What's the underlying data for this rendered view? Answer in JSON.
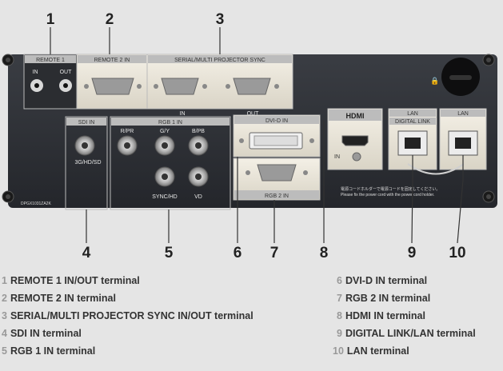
{
  "callout_numbers": [
    "1",
    "2",
    "3",
    "4",
    "5",
    "6",
    "7",
    "8",
    "9",
    "10"
  ],
  "panel": {
    "remote1": {
      "title": "REMOTE 1",
      "in": "IN",
      "out": "OUT"
    },
    "remote2": {
      "title": "REMOTE 2 IN"
    },
    "serial": {
      "title": "SERIAL/MULTI PROJECTOR SYNC",
      "in": "IN",
      "out": "OUT"
    },
    "sdi": {
      "title": "SDI IN",
      "sub": "3G/HD/SD"
    },
    "rgb1": {
      "title": "RGB 1 IN",
      "r": "R/PR",
      "g": "G/Y",
      "b": "B/PB",
      "sync": "SYNC/HD",
      "vd": "VD"
    },
    "dvi": {
      "title": "DVI-D IN"
    },
    "rgb2": {
      "title": "RGB 2 IN"
    },
    "hdmi": {
      "title": "HDMI",
      "in": "IN"
    },
    "digital_link": {
      "lan": "LAN",
      "title": "DIGITAL LINK"
    },
    "lan": {
      "title": "LAN"
    },
    "notice_jp": "電源コードホルダーで電源コードを固定してください。",
    "notice_en": "Please fix the power cord with the power cord holder.",
    "model": "DPGX1031ZA2K"
  },
  "legend": [
    {
      "num": "1",
      "text": "REMOTE 1 IN/OUT terminal"
    },
    {
      "num": "2",
      "text": "REMOTE 2 IN terminal"
    },
    {
      "num": "3",
      "text": "SERIAL/MULTI PROJECTOR SYNC IN/OUT terminal"
    },
    {
      "num": "4",
      "text": "SDI IN terminal"
    },
    {
      "num": "5",
      "text": "RGB 1 IN terminal"
    },
    {
      "num": "6",
      "text": "DVI-D IN terminal"
    },
    {
      "num": "7",
      "text": "RGB 2 IN terminal"
    },
    {
      "num": "8",
      "text": "HDMI IN terminal"
    },
    {
      "num": "9",
      "text": "DIGITAL LINK/LAN terminal"
    },
    {
      "num": "10",
      "text": "LAN terminal"
    }
  ]
}
